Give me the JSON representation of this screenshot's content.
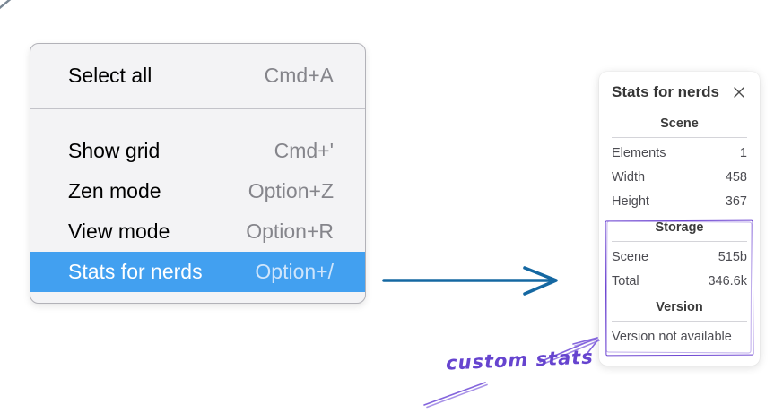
{
  "menu": {
    "items": [
      {
        "label": "Select all",
        "shortcut": "Cmd+A"
      },
      {
        "label": "Show grid",
        "shortcut": "Cmd+'"
      },
      {
        "label": "Zen mode",
        "shortcut": "Option+Z"
      },
      {
        "label": "View mode",
        "shortcut": "Option+R"
      },
      {
        "label": "Stats for nerds",
        "shortcut": "Option+/"
      }
    ],
    "highlighted_item": "Stats for nerds"
  },
  "stats_panel": {
    "title": "Stats for nerds",
    "close_icon": "close-x",
    "sections": [
      {
        "heading": "Scene",
        "rows": [
          {
            "label": "Elements",
            "value": "1"
          },
          {
            "label": "Width",
            "value": "458"
          },
          {
            "label": "Height",
            "value": "367"
          }
        ]
      },
      {
        "heading": "Storage",
        "rows": [
          {
            "label": "Scene",
            "value": "515b"
          },
          {
            "label": "Total",
            "value": "346.6k"
          }
        ]
      },
      {
        "heading": "Version",
        "note": "Version not available"
      }
    ]
  },
  "annotation": {
    "label": "custom stats"
  },
  "colors": {
    "menu_highlight": "#42a0f0",
    "flow_arrow_blue": "#1568a2",
    "annotation_purple": "#6e46d2"
  }
}
